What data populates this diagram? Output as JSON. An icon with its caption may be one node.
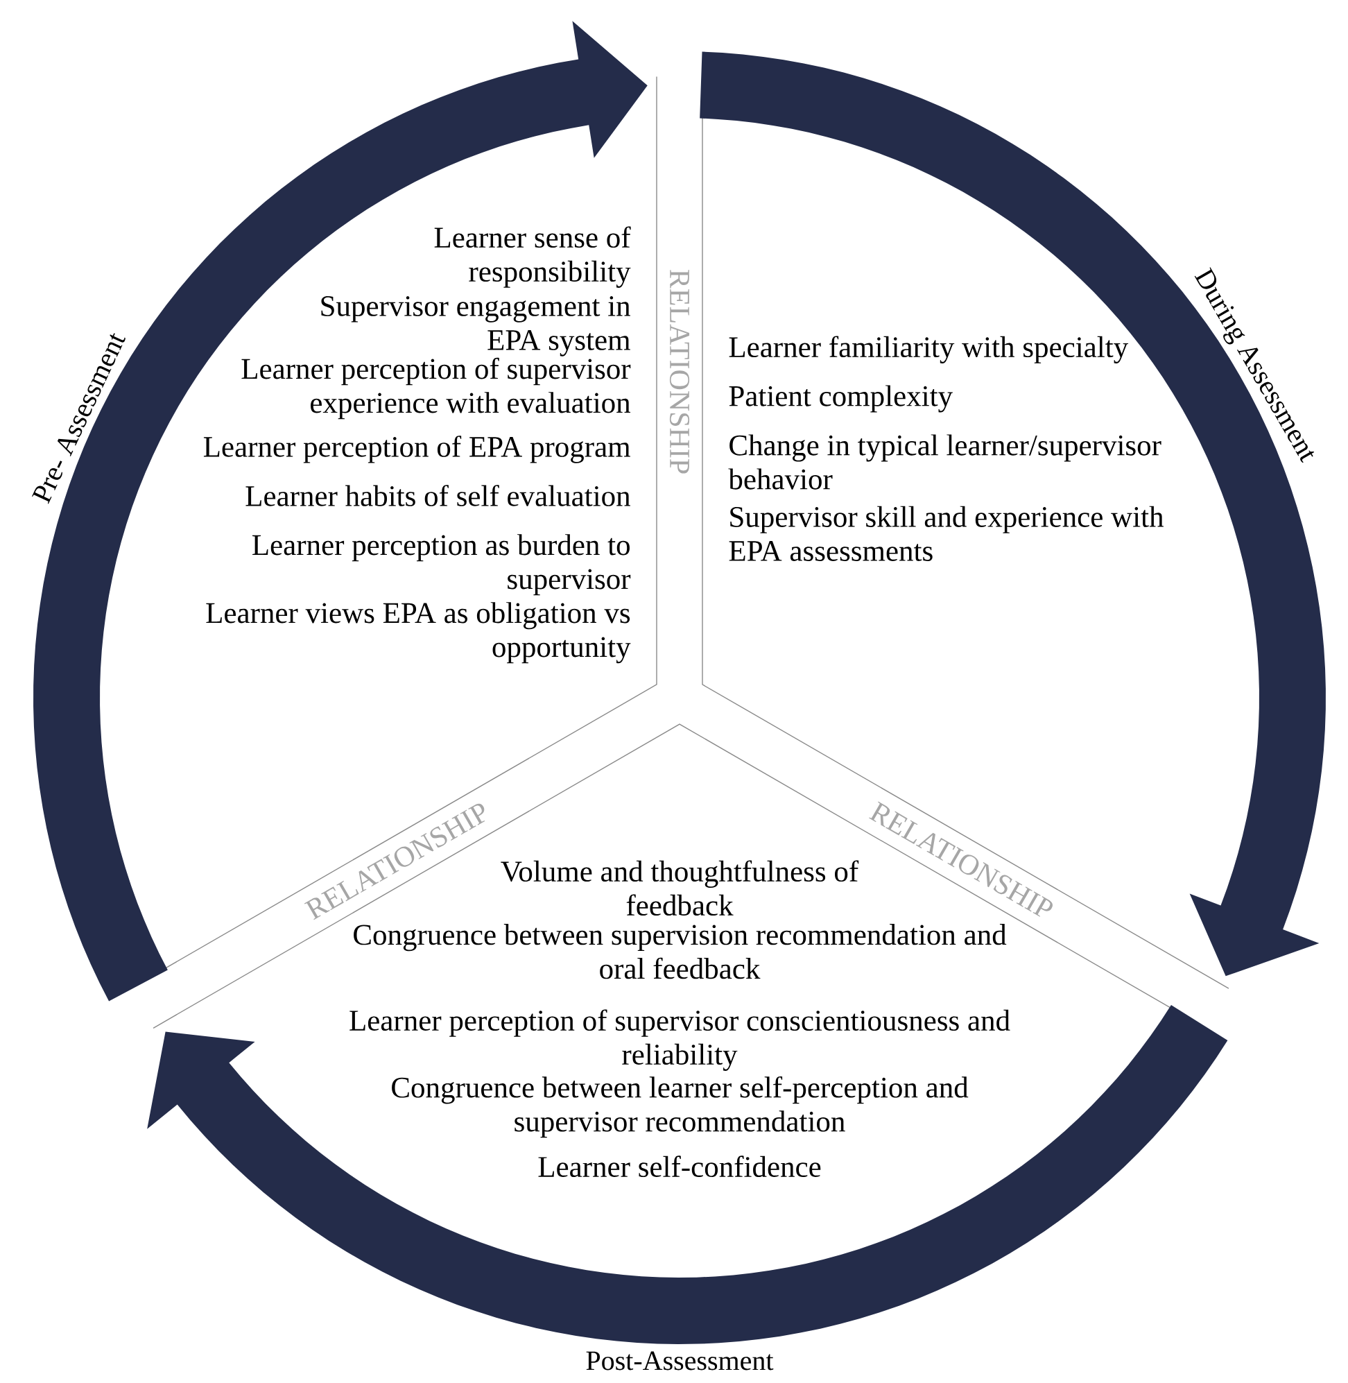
{
  "diagram": {
    "nodes": [
      {
        "text": [
          "Learner sense of responsibility",
          "Supervisor engagement in EPA system",
          "Learner perception of supervisor experience with evaluation",
          "Learner perception of EPA program",
          "Learner habits of self evaluation",
          "Learner perception as burden to supervisor",
          "Learner views EPA as obligation vs opportunity"
        ]
      },
      {
        "text": [
          "Learner familiarity with specialty",
          "Patient complexity",
          "Change in typical learner/supervisor behavior",
          "Supervisor skill and experience with EPA assessments"
        ]
      },
      {
        "text": [
          "Volume and thoughtfulness of feedback",
          "Congruence between supervision recommendation and oral feedback",
          "Learner perception of supervisor conscientiousness and reliability",
          "Congruence between learner self-perception and supervisor recommendation",
          "Learner self-confidence"
        ]
      },
      {
        "text": [
          "Pre- Assessment"
        ]
      },
      {
        "text": [
          "During Assessment"
        ]
      },
      {
        "text": [
          "Post-Assessment"
        ]
      }
    ],
    "labels": [
      "RELATIONSHIP",
      "RELATIONSHIP",
      "RELATIONSHIP"
    ]
  }
}
